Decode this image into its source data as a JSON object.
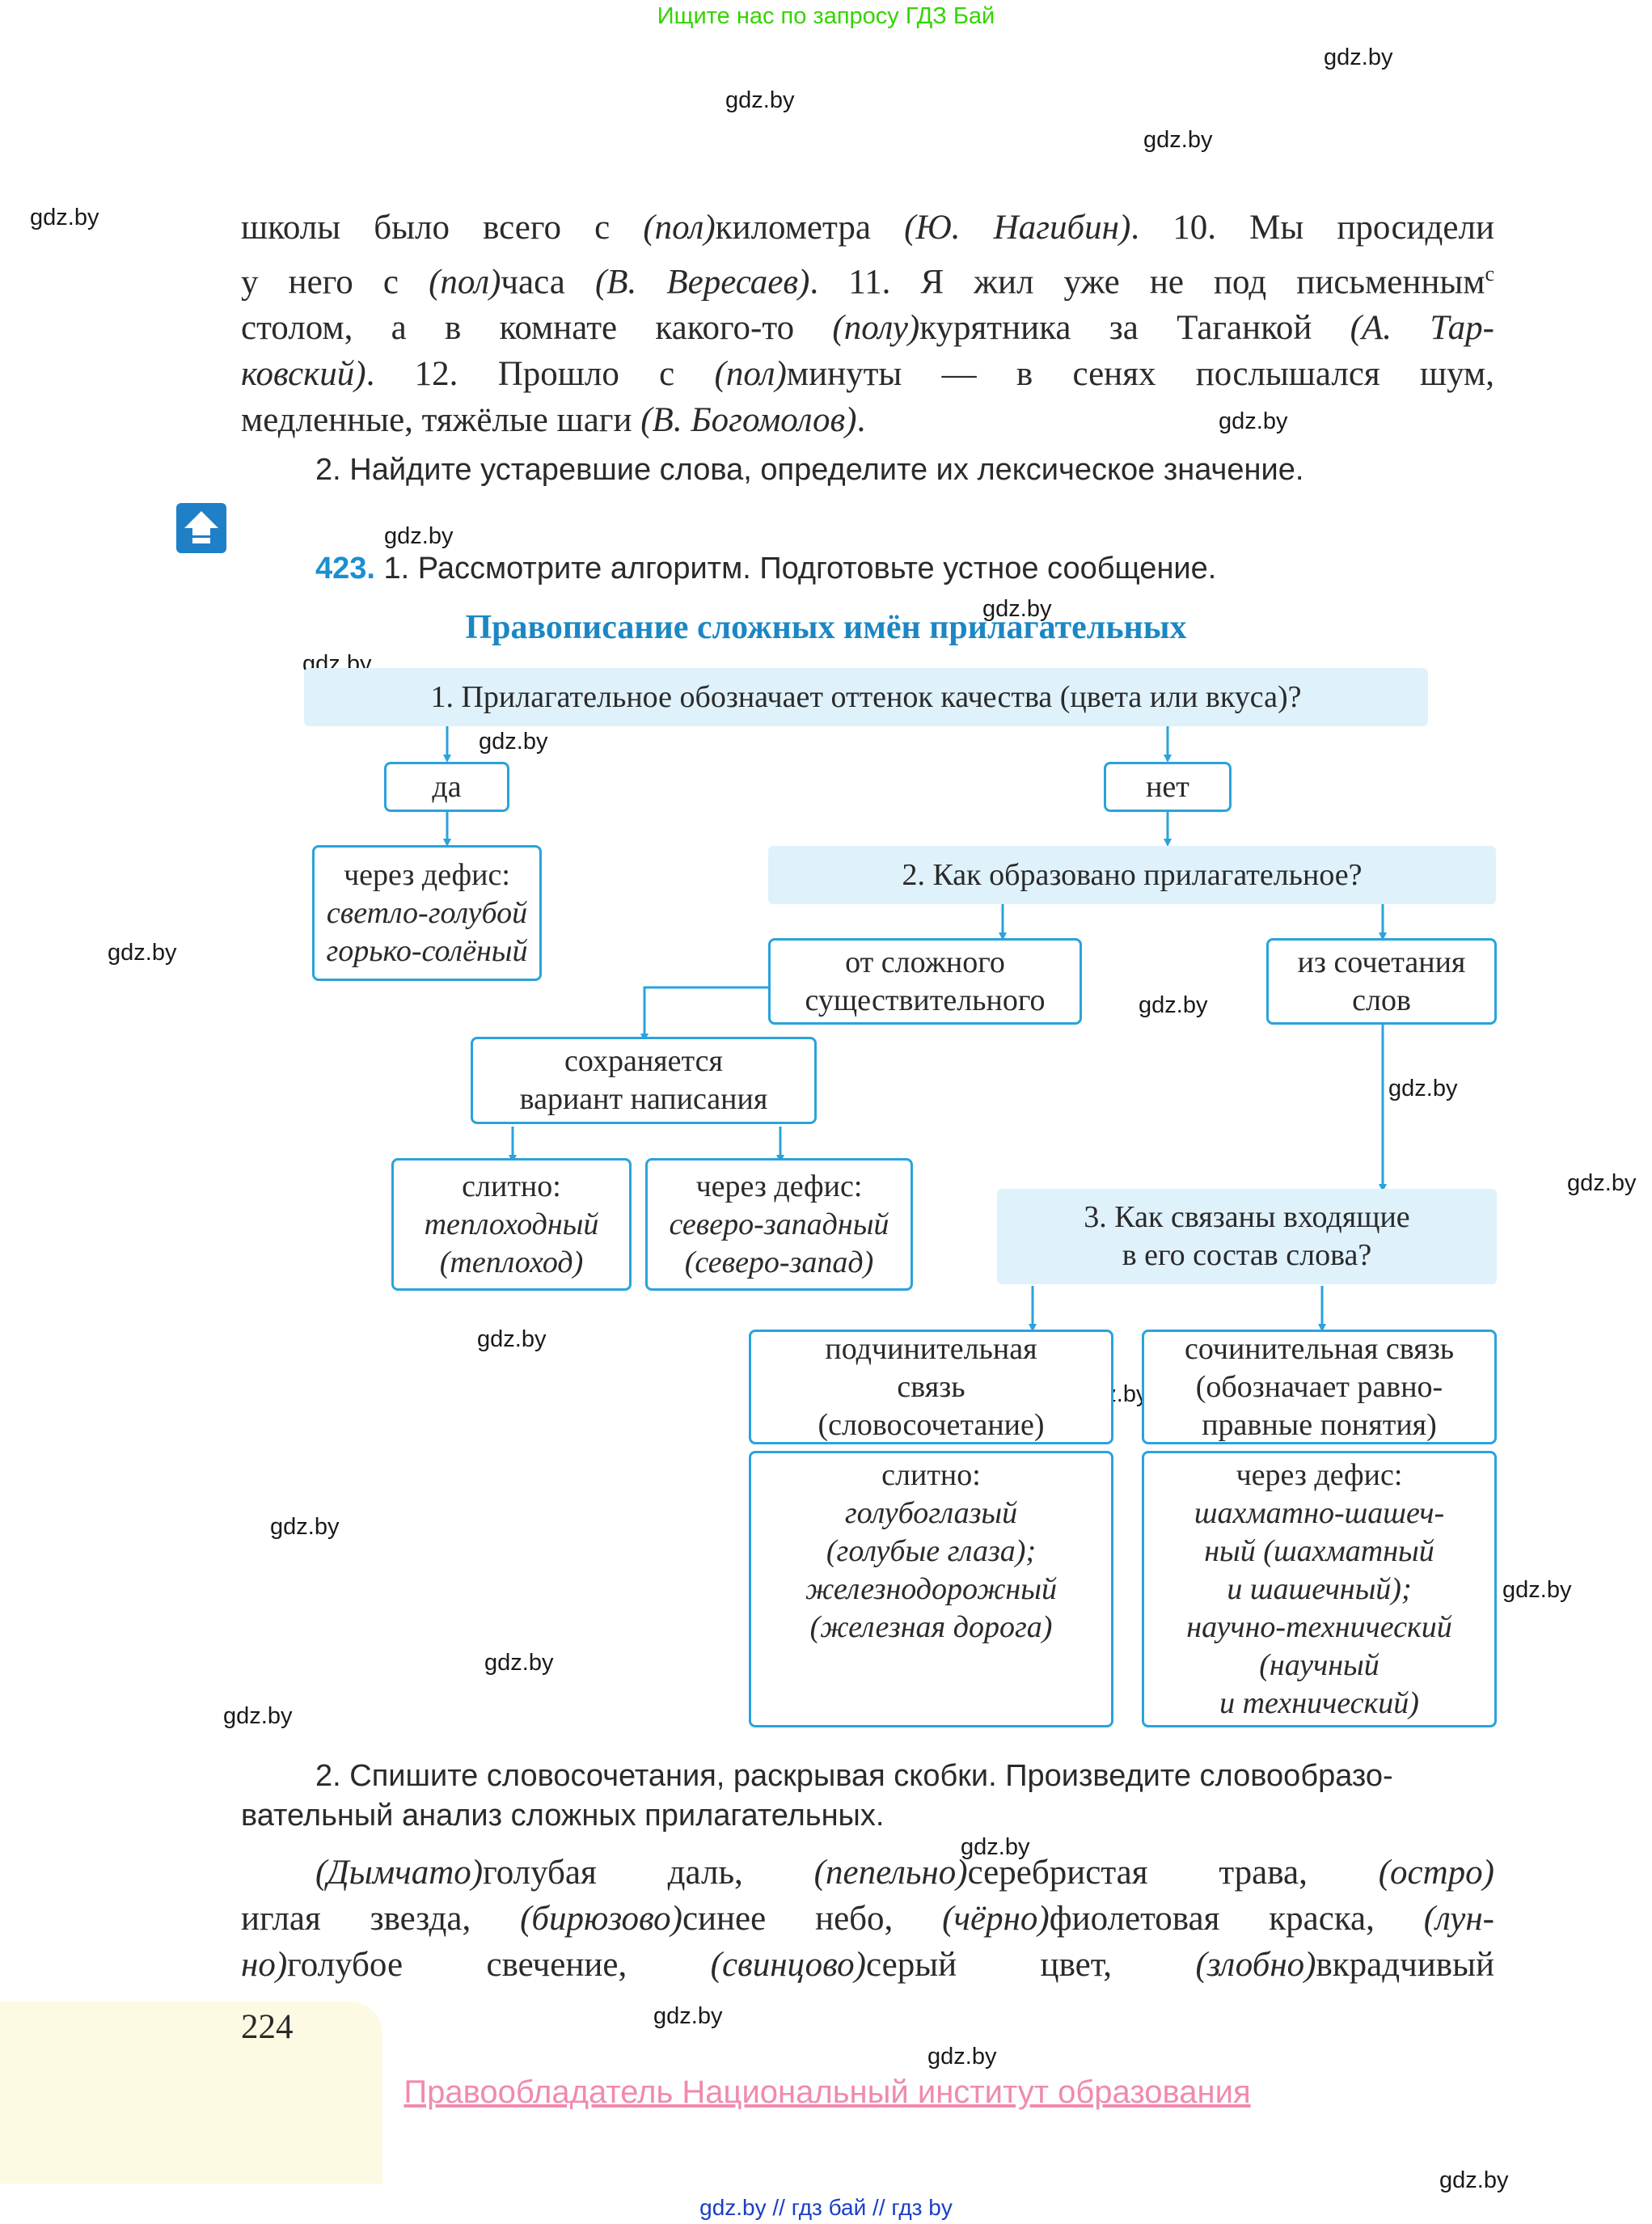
{
  "top_banner": "Ищите нас по запросу ГДЗ Бай",
  "watermark": "gdz.by",
  "paragraph1": {
    "l1": [
      "школы было всего с ",
      "(пол)",
      "километра ",
      "(Ю. Нагибин)",
      ". 10. Мы просидели"
    ],
    "l2": [
      "у него с ",
      "(пол)",
      "часа ",
      "(В. Вересаев)",
      ". 11. Я жил уже не под письменным",
      "с"
    ],
    "l3": [
      "столом, а в комнате какого-то ",
      "(полу)",
      "курятника за Таганкой ",
      "(А. Тар-"
    ],
    "l4": [
      "ковский)",
      ". 12. Прошло с ",
      "(пол)",
      "минуты — в сенях послышался шум,"
    ],
    "l5": [
      "медленные, тяжёлые шаги ",
      "(В. Богомолов)",
      "."
    ]
  },
  "task2_text": "2. Найдите устаревшие слова, определите их лексическое значение.",
  "exercise": {
    "number": "423.",
    "text": " 1. Рассмотрите алгоритм. Подготовьте устное сообщение."
  },
  "diagram": {
    "title": "Правописание сложных имён прилагательных",
    "q1": "1. Прилагательное обозначает оттенок качества (цвета или вкуса)?",
    "yes": "да",
    "no": "нет",
    "yes_result": {
      "line1": "через дефис:",
      "ex1": "светло-голубой",
      "ex2": "горько-солёный"
    },
    "q2": "2. Как образовано прилагательное?",
    "from_compound": {
      "line1": "от сложного",
      "line2": "существительного"
    },
    "from_phrase": {
      "line1": "из сочетания",
      "line2": "слов"
    },
    "preserved": {
      "line1": "сохраняется",
      "line2": "вариант написания"
    },
    "solid1": {
      "line1": "слитно:",
      "ex1": "теплоходный",
      "ex2": "(теплоход)"
    },
    "hyphen1": {
      "line1": "через дефис:",
      "ex1": "северо-западный",
      "ex2": "(северо-запад)"
    },
    "q3": {
      "line1": "3. Как связаны входящие",
      "line2": "в его состав слова?"
    },
    "subord": {
      "line1": "подчинительная",
      "line2": "связь",
      "line3": "(словосочетание)"
    },
    "coord": {
      "line1": "сочинительная связь",
      "line2": "(обозначает равно-",
      "line3": "правные понятия)"
    },
    "solid2": {
      "line1": "слитно:",
      "ex1": "голубоглазый",
      "ex2": "(голубые глаза);",
      "ex3": "железнодорожный",
      "ex4": "(железная дорога)"
    },
    "hyphen2": {
      "line1": "через дефис:",
      "ex1": "шахматно-шашеч-",
      "ex2": "ный (шахматный",
      "ex3": "и шашечный);",
      "ex4": "научно-технический",
      "ex5": "(научный",
      "ex6": "и технический)"
    }
  },
  "task2b": {
    "l1": "2. Спишите словосочетания, раскрывая скобки. Произведите словообразо-",
    "l2": "вательный анализ сложных прилагательных."
  },
  "paragraph2": {
    "l1": [
      "(Дымчато)",
      "голубая даль, ",
      "(пепельно)",
      "серебристая трава, ",
      "(остро)"
    ],
    "l2": [
      "иглая звезда, ",
      "(бирюзово)",
      "синее небо, ",
      "(чёрно)",
      "фиолетовая краска, ",
      "(лун-"
    ],
    "l3": [
      "но)",
      "голубое свечение, ",
      "(свинцово)",
      "серый цвет, ",
      "(злобно)",
      "вкрадчивый"
    ]
  },
  "page_number": "224",
  "copyright": "Правообладатель Национальный институт образования",
  "bottom_links": "gdz.by  //  гдз бай  //  гдз by",
  "colors": {
    "accent": "#1b87c4",
    "box_border": "#2aa3dc",
    "question_bg": "#dff1fb",
    "banner": "#34d400",
    "copyright": "#f08ab0"
  }
}
